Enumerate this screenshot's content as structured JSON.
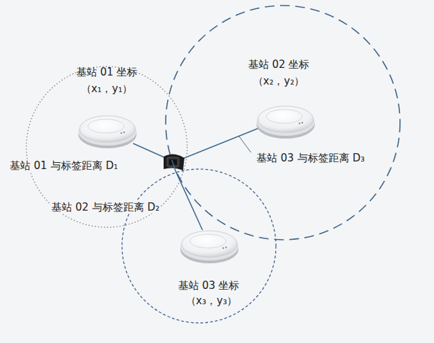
{
  "diagram": {
    "nodes": [
      {
        "text": [
          "基站 01 坐标",
          "（x₁，y₁）"
        ]
      },
      {
        "text": [
          "基站 02 坐标",
          "（x₂，y₂）"
        ]
      },
      {
        "text": [
          "基站 03 坐标",
          "（x₃，y₃）"
        ]
      }
    ],
    "labels": [
      "基站 01 与标签距离 D₁",
      "基站 03 与标签距离 D₃",
      "基站 02 与标签距离 D₂"
    ]
  }
}
